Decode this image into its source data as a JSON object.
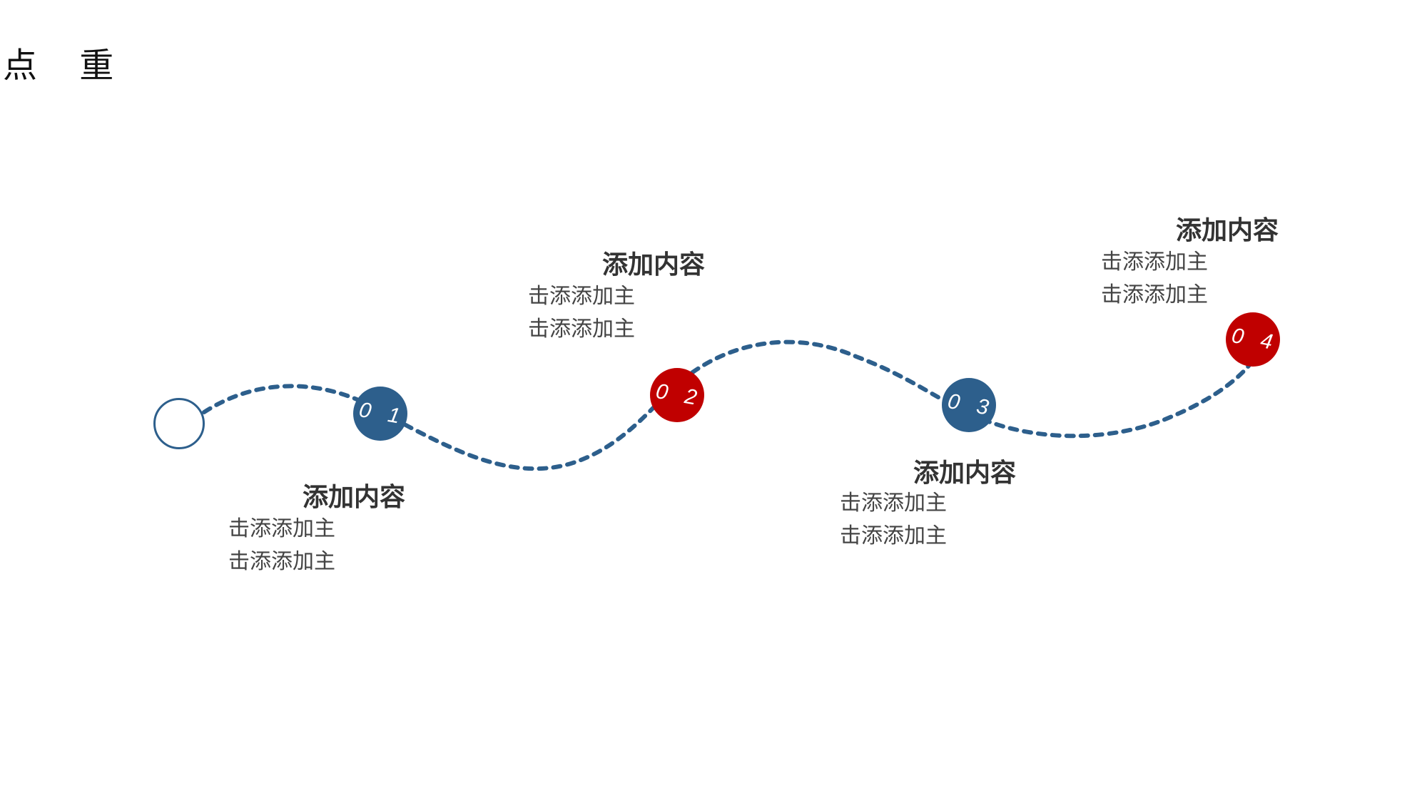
{
  "title": "点 重",
  "colors": {
    "blue": "#2d5f8c",
    "red": "#c00000",
    "text": "#333333"
  },
  "steps": [
    {
      "number": "0 1",
      "color": "blue",
      "title": "添加内容",
      "lines": [
        "击添添加主",
        "击添添加主"
      ]
    },
    {
      "number": "0 2",
      "color": "red",
      "title": "添加内容",
      "lines": [
        "击添添加主",
        "击添添加主"
      ]
    },
    {
      "number": "0 3",
      "color": "blue",
      "title": "添加内容",
      "lines": [
        "击添添加主",
        "击添添加主"
      ]
    },
    {
      "number": "0 4",
      "color": "red",
      "title": "添加内容",
      "lines": [
        "击添添加主",
        "击添添加主"
      ]
    }
  ]
}
